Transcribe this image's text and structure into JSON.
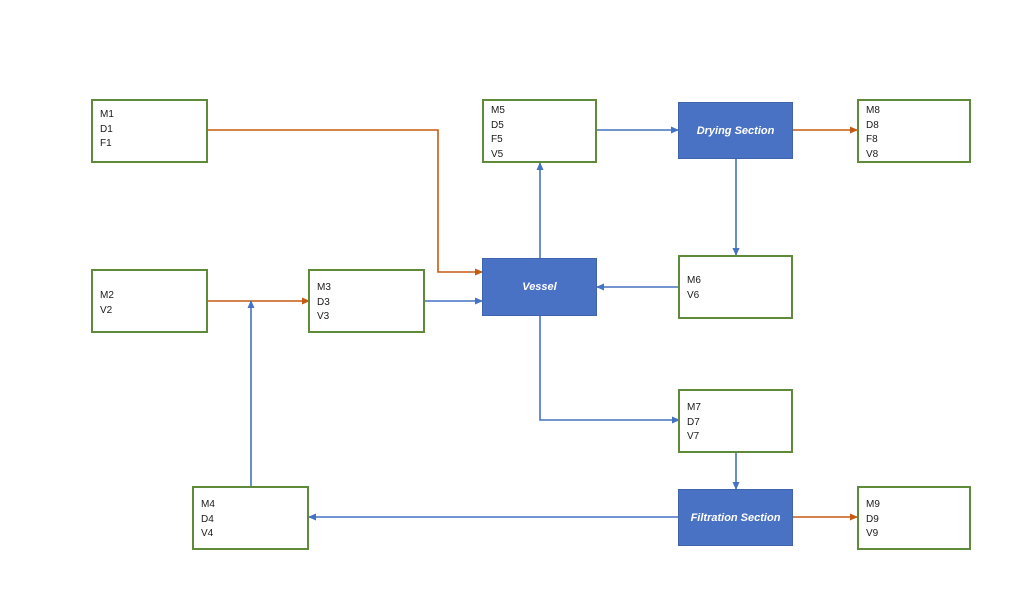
{
  "colors": {
    "unit_fill": "#4a72c4",
    "stream_border": "#5e8a3a",
    "arrow_orange": "#c55a11",
    "arrow_blue": "#4472c4"
  },
  "units": {
    "vessel": "Vessel",
    "drying": "Drying Section",
    "filtration": "Filtration Section"
  },
  "streams": {
    "s1": [
      "M1",
      "D1",
      "F1"
    ],
    "s2": [
      "M2",
      "V2"
    ],
    "s3": [
      "M3",
      "D3",
      "V3"
    ],
    "s4": [
      "M4",
      "D4",
      "V4"
    ],
    "s5": [
      "M5",
      "D5",
      "F5",
      "V5"
    ],
    "s6": [
      "M6",
      "V6"
    ],
    "s7": [
      "M7",
      "D7",
      "V7"
    ],
    "s8": [
      "M8",
      "D8",
      "F8",
      "V8"
    ],
    "s9": [
      "M9",
      "D9",
      "V9"
    ]
  }
}
